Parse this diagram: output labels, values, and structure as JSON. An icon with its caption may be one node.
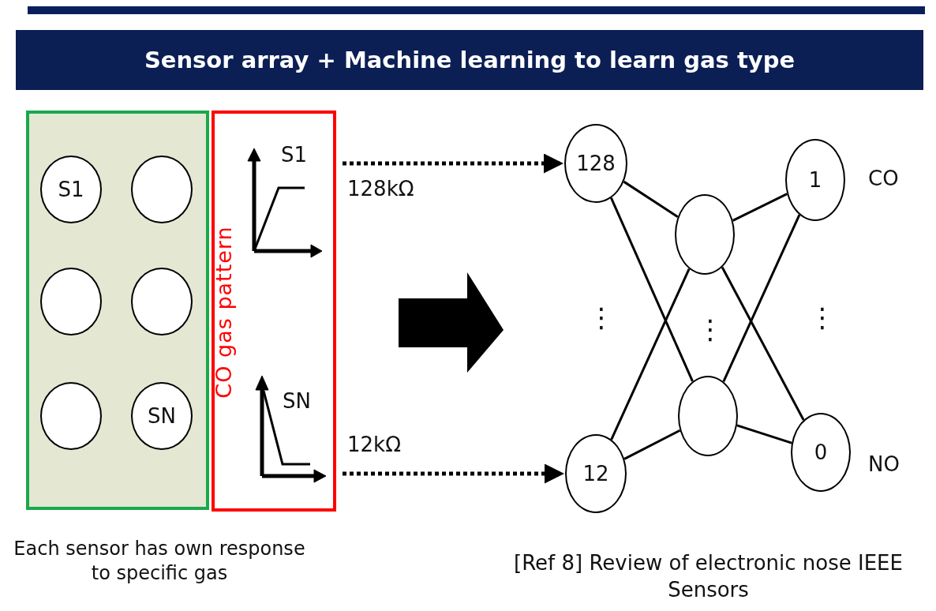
{
  "diagram": {
    "title": "Sensor array + Machine learning to learn gas type",
    "nodes": [
      {
        "text": [],
        "shape": "box",
        "beside": [
          "Each sensor has own response to specific gas"
        ]
      },
      {
        "text": [
          "S1"
        ],
        "in": 0
      },
      {
        "text": [],
        "shape": "circle",
        "in": 0
      },
      {
        "text": [],
        "shape": "circle",
        "in": 0
      },
      {
        "text": [],
        "shape": "circle",
        "in": 0
      },
      {
        "text": [],
        "shape": "circle",
        "in": 0
      },
      {
        "text": [
          "SN"
        ],
        "in": 0
      },
      {
        "text": [
          "CO gas pattern"
        ]
      },
      {
        "text": [
          "128"
        ]
      },
      {
        "text": [
          "12"
        ]
      },
      {
        "text": [],
        "shape": "circle"
      },
      {
        "text": [],
        "shape": "circle"
      },
      {
        "text": [
          "1"
        ],
        "beside": [
          "CO"
        ]
      },
      {
        "text": [
          "0"
        ],
        "beside": [
          "NO"
        ]
      }
    ],
    "edges": [
      {
        "from": 7,
        "to": 8,
        "arrow": "to",
        "label": "128kΩ",
        "style": "dashed"
      },
      {
        "from": 7,
        "to": 9,
        "arrow": "to",
        "label": "12kΩ",
        "style": "dashed"
      },
      {
        "from": 8,
        "to": 10,
        "arrow": "none"
      },
      {
        "from": 8,
        "to": 11,
        "arrow": "none"
      },
      {
        "from": 9,
        "to": 10,
        "arrow": "none"
      },
      {
        "from": 9,
        "to": 11,
        "arrow": "none"
      },
      {
        "from": 10,
        "to": 12,
        "arrow": "none"
      },
      {
        "from": 10,
        "to": 13,
        "arrow": "none"
      },
      {
        "from": 11,
        "to": 12,
        "arrow": "none"
      },
      {
        "from": 11,
        "to": 13,
        "arrow": "none"
      }
    ],
    "labels": [
      "S1",
      "SN",
      "⋮",
      "⋮",
      "⋮",
      "[Ref 8] Review of electronic nose IEEE Sensors"
    ]
  }
}
